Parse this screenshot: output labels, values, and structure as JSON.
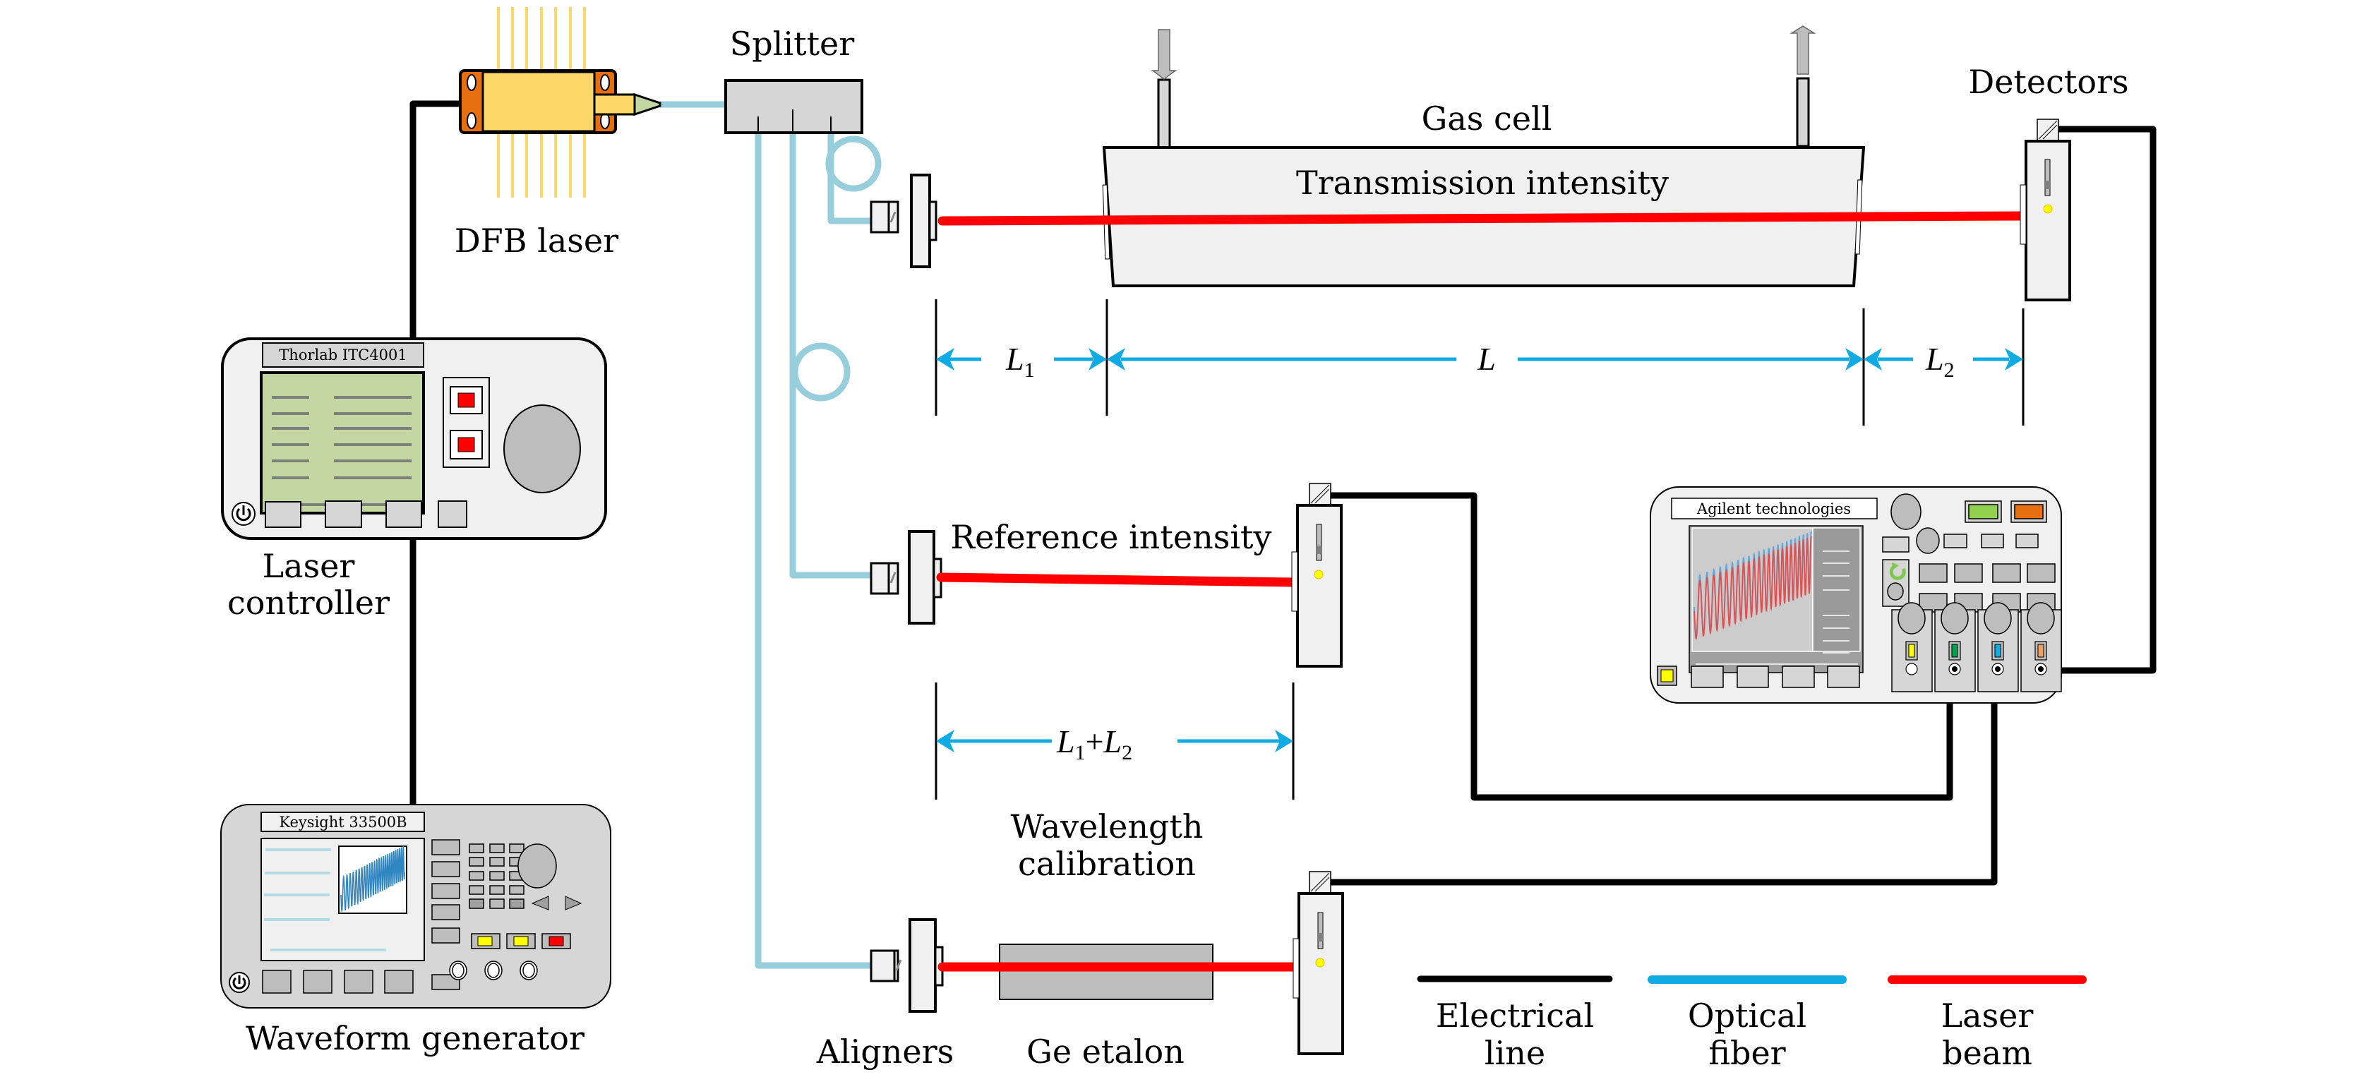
{
  "diagram": {
    "type": "optical-setup-schematic",
    "components": {
      "dfb_laser": {
        "label": "DFB laser"
      },
      "splitter": {
        "label": "Splitter"
      },
      "laser_controller": {
        "label_line1": "Laser",
        "label_line2": "controller",
        "panel_text": "Thorlab ITC4001"
      },
      "waveform_generator": {
        "label": "Waveform generator",
        "panel_text": "Keysight 33500B"
      },
      "gas_cell": {
        "label": "Gas cell",
        "inner_label": "Transmission intensity"
      },
      "detectors": {
        "label": "Detectors"
      },
      "reference": {
        "label": "Reference intensity"
      },
      "wavelength_calibration": {
        "label_line1": "Wavelength",
        "label_line2": "calibration"
      },
      "aligners": {
        "label": "Aligners"
      },
      "ge_etalon": {
        "label": "Ge etalon"
      },
      "oscilloscope": {
        "panel_text": "Agilent technologies"
      }
    },
    "dimensions": {
      "l1": {
        "base": "L",
        "sub": "1"
      },
      "l": {
        "base": "L"
      },
      "l2": {
        "base": "L",
        "sub": "2"
      },
      "l1_plus_l2": {
        "base1": "L",
        "sub1": "1",
        "plus": "+",
        "base2": "L",
        "sub2": "2"
      }
    },
    "legend": [
      {
        "line1": "Electrical",
        "line2": "line",
        "color": "#000000"
      },
      {
        "line1": "Optical",
        "line2": "fiber",
        "color": "#10abe2"
      },
      {
        "line1": "Laser",
        "line2": "beam",
        "color": "#ff0000"
      }
    ],
    "colors": {
      "electrical": "#000000",
      "fiber": "#96cedb",
      "beam": "#ff0000",
      "dimension": "#10abe2",
      "laser_body": "#fcd86a",
      "laser_mount": "#e66f10",
      "controller_screen": "#c4d6a2",
      "scope_ch1": "#ffff00",
      "scope_ch2": "#00a050",
      "scope_ch3": "#10abe2",
      "scope_ch4": "#f0a060"
    }
  }
}
